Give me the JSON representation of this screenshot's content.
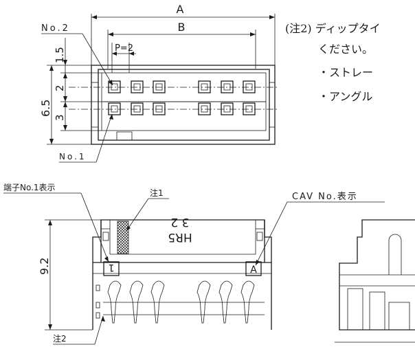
{
  "top_view": {
    "dim_a": "A",
    "dim_b": "B",
    "pitch": "P=2",
    "no2_label": "No.2",
    "no1_label": "No.1",
    "dim_1_5": "1.5",
    "dim_6_5": "6.5",
    "dim_2": "2",
    "dim_3": "3"
  },
  "front_view": {
    "terminal_no1_display": "端子No.1表示",
    "note1": "注1",
    "note2": "注2",
    "cav_display": "CAV No.表示",
    "height_dim": "9.2",
    "cav_1_mark": "1",
    "cav_a_mark": "A",
    "body_marking_line1": "3 2",
    "body_marking_line2": "HR5"
  },
  "notes": {
    "note2_line1": "(注2) ディップタイ",
    "note2_line2": "ください。",
    "bullet1": "・ストレー",
    "bullet2": "・アングル"
  }
}
